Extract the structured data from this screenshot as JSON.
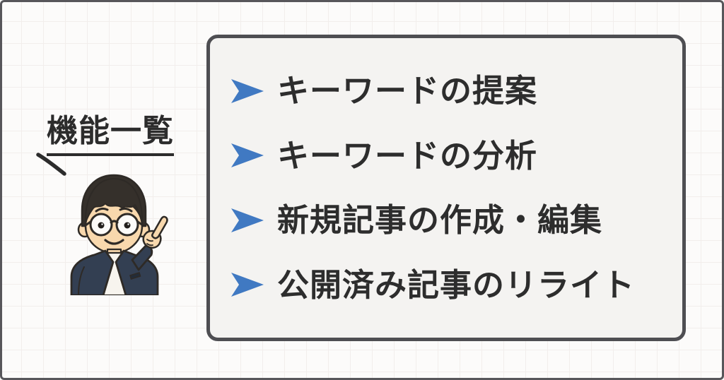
{
  "canvas": {
    "background": "#fcfbfa",
    "grid_color": "#f2eeec",
    "frame_color": "#57565a"
  },
  "label": {
    "text": "機能一覧",
    "color": "#2c2c2c"
  },
  "panel": {
    "background": "#f4f3f1",
    "border_color": "#4e4e52",
    "bullet_color": "#4079c2",
    "text_color": "#2d2d2d",
    "items": [
      {
        "label": "キーワードの提案"
      },
      {
        "label": "キーワードの分析"
      },
      {
        "label": "新規記事の作成・編集"
      },
      {
        "label": "公開済み記事のリライト"
      }
    ]
  },
  "character": {
    "icon": "pointing-man-illustration",
    "colors": {
      "hair": "#35302b",
      "skin": "#f8d8ad",
      "jacket": "#333f52",
      "shirt": "#f7f4ee",
      "outline": "#2e2a26"
    }
  }
}
